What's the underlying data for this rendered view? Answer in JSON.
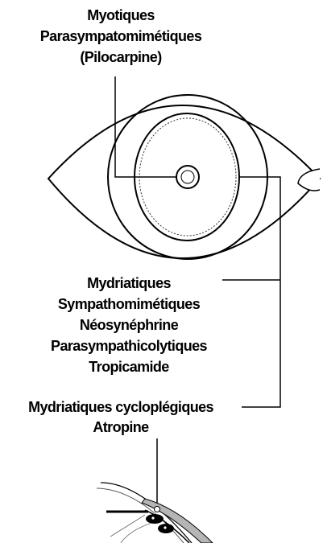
{
  "diagram": {
    "top_label": {
      "line1": "Myotiques",
      "line2": "Parasympatomimétiques",
      "line3": "(Pilocarpine)"
    },
    "middle_label": {
      "line1": "Mydriatiques",
      "line2": "Sympathomimétiques",
      "line3": "Néosynéphrine",
      "line4": "Parasympathicolytiques",
      "line5": "Tropicamide"
    },
    "bottom_label": {
      "line1": "Mydriatiques cycloplégiques",
      "line2": "Atropine"
    }
  }
}
